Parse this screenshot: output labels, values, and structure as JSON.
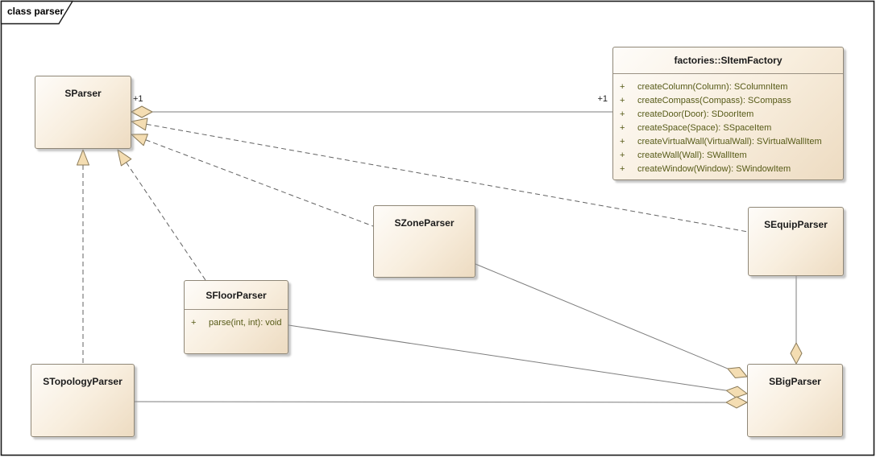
{
  "frame": {
    "label": "class parser"
  },
  "classes": [
    {
      "id": "SParser",
      "name": "SParser",
      "methods": []
    },
    {
      "id": "SItemFactory",
      "name": "factories::SItemFactory",
      "methods": [
        {
          "visibility": "+",
          "signature": "createColumn(Column): SColumnItem"
        },
        {
          "visibility": "+",
          "signature": "createCompass(Compass): SCompass"
        },
        {
          "visibility": "+",
          "signature": "createDoor(Door): SDoorItem"
        },
        {
          "visibility": "+",
          "signature": "createSpace(Space): SSpaceItem"
        },
        {
          "visibility": "+",
          "signature": "createVirtualWall(VirtualWall): SVirtualWallItem"
        },
        {
          "visibility": "+",
          "signature": "createWall(Wall): SWallItem"
        },
        {
          "visibility": "+",
          "signature": "createWindow(Window): SWindowItem"
        }
      ]
    },
    {
      "id": "SZoneParser",
      "name": "SZoneParser",
      "methods": []
    },
    {
      "id": "SEquipParser",
      "name": "SEquipParser",
      "methods": []
    },
    {
      "id": "SFloorParser",
      "name": "SFloorParser",
      "methods": [
        {
          "visibility": "+",
          "signature": "parse(int, int): void"
        }
      ]
    },
    {
      "id": "STopologyParser",
      "name": "STopologyParser",
      "methods": []
    },
    {
      "id": "SBigParser",
      "name": "SBigParser",
      "methods": []
    }
  ],
  "labels": {
    "sparser_factory_source_multiplicity": "+1",
    "sparser_factory_target_multiplicity": "+1"
  },
  "relationships": [
    {
      "type": "aggregation",
      "from": "SParser",
      "to": "factories::SItemFactory",
      "line": "solid",
      "source_label": "+1",
      "target_label": "+1"
    },
    {
      "type": "realization",
      "from": "SEquipParser",
      "to": "SParser",
      "line": "dashed"
    },
    {
      "type": "realization",
      "from": "SZoneParser",
      "to": "SParser",
      "line": "dashed"
    },
    {
      "type": "realization",
      "from": "STopologyParser",
      "to": "SParser",
      "line": "dashed"
    },
    {
      "type": "realization",
      "from": "SFloorParser",
      "to": "SParser",
      "line": "dashed"
    },
    {
      "type": "aggregation",
      "from": "SBigParser",
      "to": "SZoneParser",
      "line": "solid"
    },
    {
      "type": "aggregation",
      "from": "SBigParser",
      "to": "SFloorParser",
      "line": "solid"
    },
    {
      "type": "aggregation",
      "from": "SBigParser",
      "to": "STopologyParser",
      "line": "solid"
    },
    {
      "type": "aggregation",
      "from": "SBigParser",
      "to": "SEquipParser",
      "line": "solid"
    }
  ],
  "colors": {
    "box_fill_light": "#fefcf9",
    "box_fill_dark": "#eddbc1",
    "box_border": "#8f8777",
    "method_text": "#565a17",
    "arrow_fill": "#f4ddb2",
    "arrow_border": "#8a7a58",
    "line_solid": "#7d7d7d",
    "line_dashed": "#636363",
    "frame_border": "#1a1a1a"
  }
}
